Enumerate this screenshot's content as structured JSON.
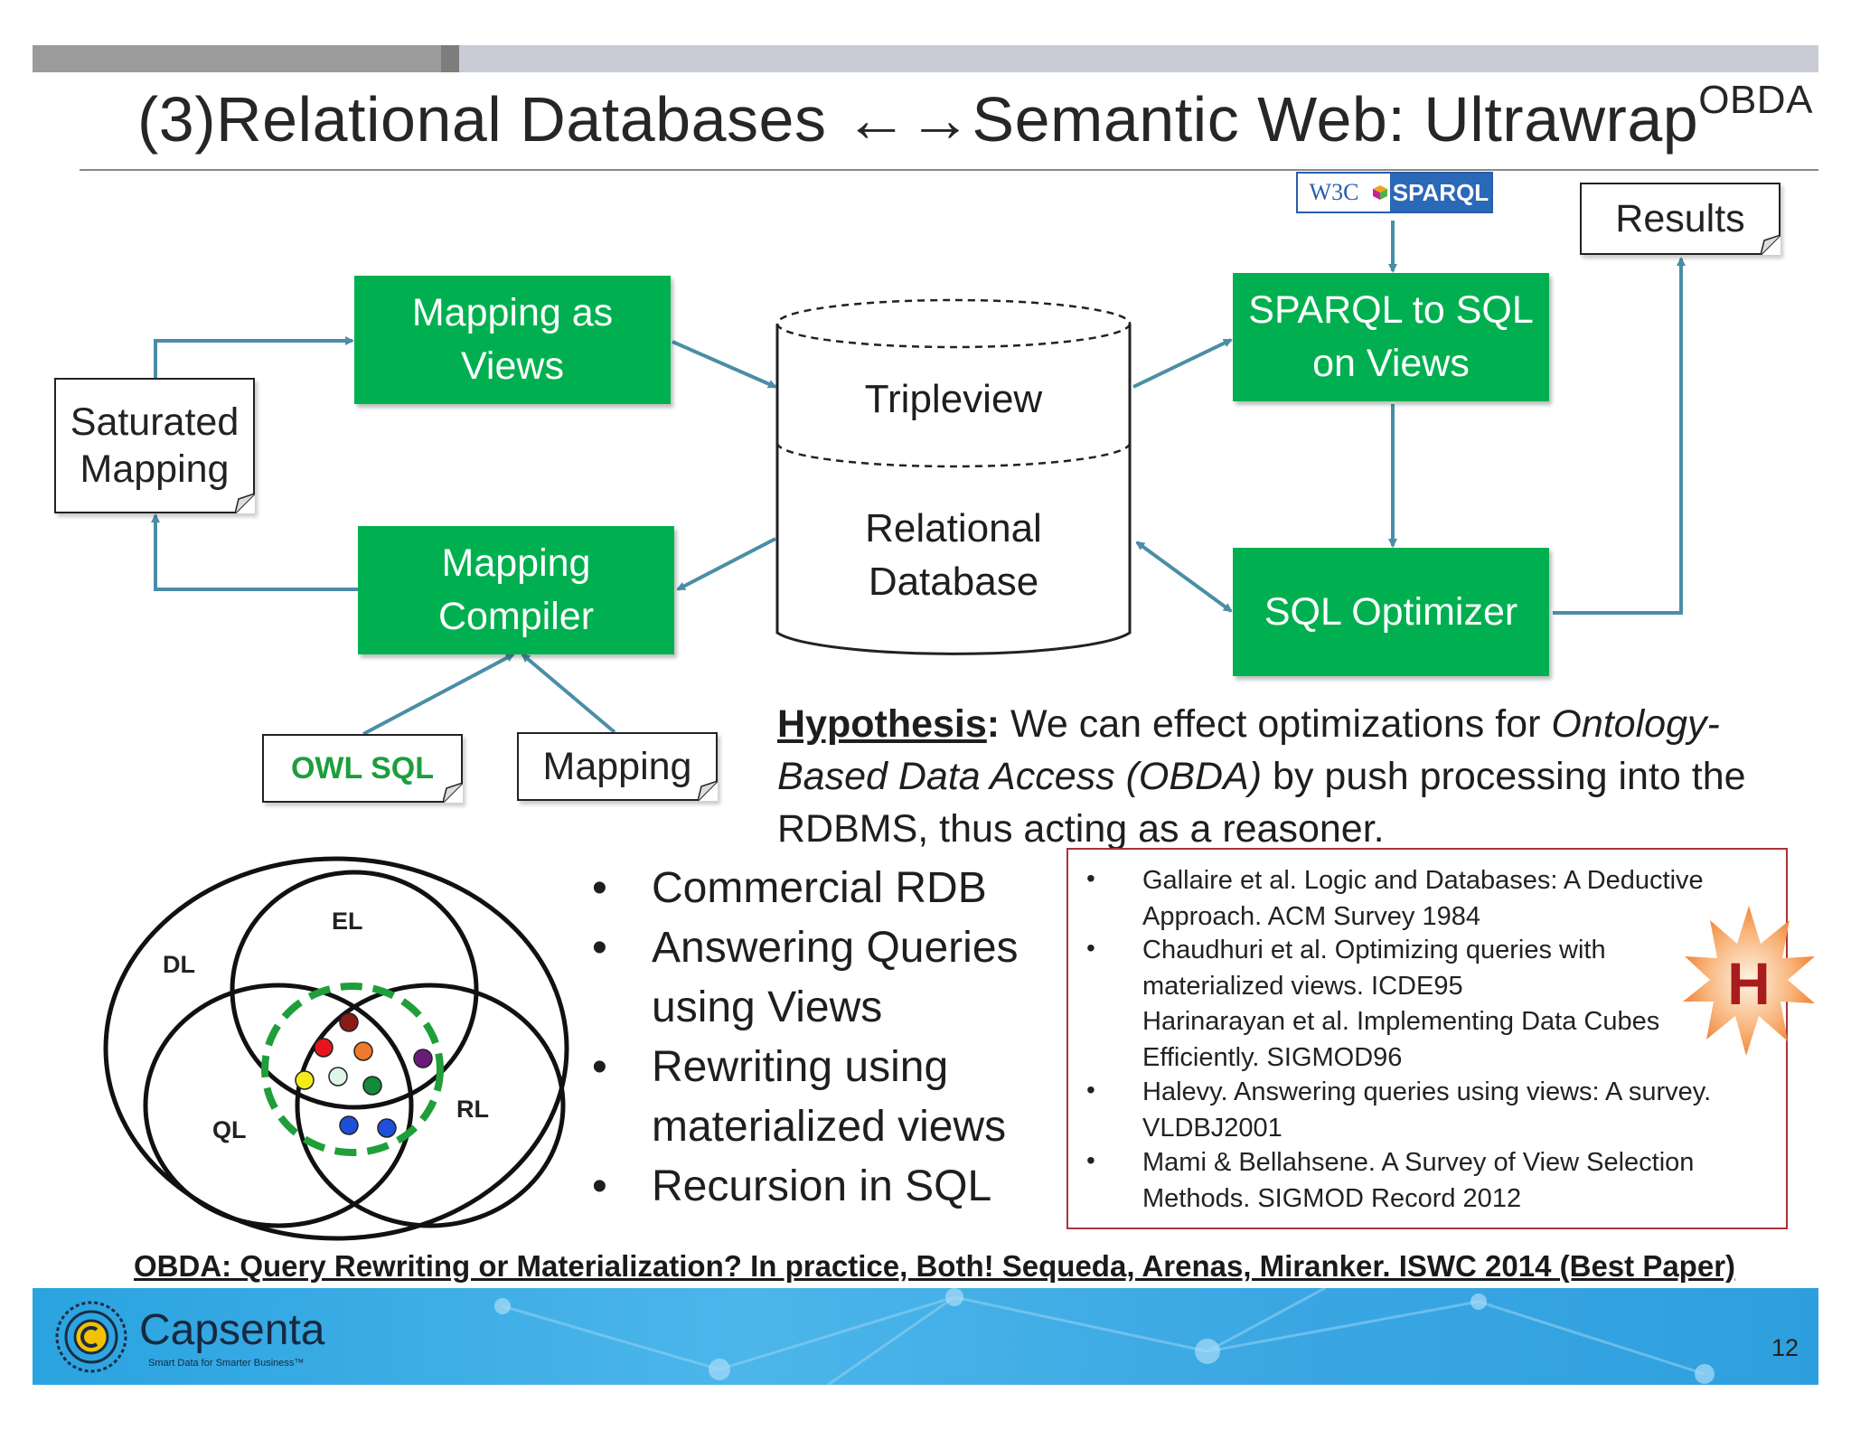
{
  "slide": {
    "title_main": "(3)Relational Databases ←→Semantic Web: Ultrawrap",
    "title_sup": "OBDA",
    "page_number": "12"
  },
  "diagram": {
    "w3c_logo": "W3C",
    "sparql_logo": "SPARQL",
    "results": "Results",
    "mapping_as_views": [
      "Mapping as",
      "Views"
    ],
    "tripleview": "Tripleview",
    "relational_database": [
      "Relational",
      "Database"
    ],
    "sparql_to_sql": [
      "SPARQL to SQL",
      "on Views"
    ],
    "saturated_mapping": [
      "Saturated",
      "Mapping"
    ],
    "mapping_compiler": [
      "Mapping",
      "Compiler"
    ],
    "sql_optimizer": "SQL Optimizer",
    "owl_sql": "OWL SQL",
    "mapping": "Mapping"
  },
  "hypothesis": {
    "label": "Hypothesis",
    "colon": ":",
    "text1": " We can effect optimizations for ",
    "italic": "Ontology-Based Data Access (OBDA)",
    "text2": " by push processing into the RDBMS, thus acting as a reasoner."
  },
  "venn": {
    "labels": [
      "DL",
      "EL",
      "QL",
      "RL"
    ],
    "dot_colors": [
      "#8b1a1a",
      "#e8141c",
      "#f07a2a",
      "#6a1b7a",
      "#f3ec1a",
      "#dff5e8",
      "#148a3a",
      "#1e4fd8",
      "#1e4fd8"
    ],
    "ring_color": "#1f9e3a"
  },
  "bullets": [
    [
      "Commercial RDB"
    ],
    [
      "Answering Queries",
      "using Views"
    ],
    [
      "Rewriting using",
      "materialized views"
    ],
    [
      "Recursion in SQL"
    ]
  ],
  "references": [
    {
      "bullet": "•",
      "lines": [
        "Gallaire et al. Logic and Databases: A Deductive",
        "Approach. ACM Survey 1984"
      ]
    },
    {
      "bullet": "•",
      "lines": [
        "Chaudhuri et al. Optimizing queries with",
        "materialized views. ICDE95"
      ]
    },
    {
      "bullet": "",
      "lines": [
        "Harinarayan et al. Implementing Data Cubes",
        "Efficiently. SIGMOD96"
      ]
    },
    {
      "bullet": "•",
      "lines": [
        "Halevy. Answering queries using views: A survey.",
        "VLDBJ2001"
      ]
    },
    {
      "bullet": "•",
      "lines": [
        "Mami & Bellahsene. A Survey of View Selection",
        "Methods. SIGMOD Record 2012"
      ]
    }
  ],
  "badge_letter": "H",
  "footer": {
    "citation": "OBDA: Query Rewriting or Materialization? In practice, Both! Sequeda, Arenas, Miranker. ISWC 2014 (Best Paper)",
    "brand": "Capsenta",
    "tagline": "Smart Data for Smarter Business™"
  },
  "colors": {
    "green_box": "#00b050",
    "arrow": "#4a8ea6",
    "ref_border": "#a8343a",
    "banner": "#2aa3e0"
  }
}
